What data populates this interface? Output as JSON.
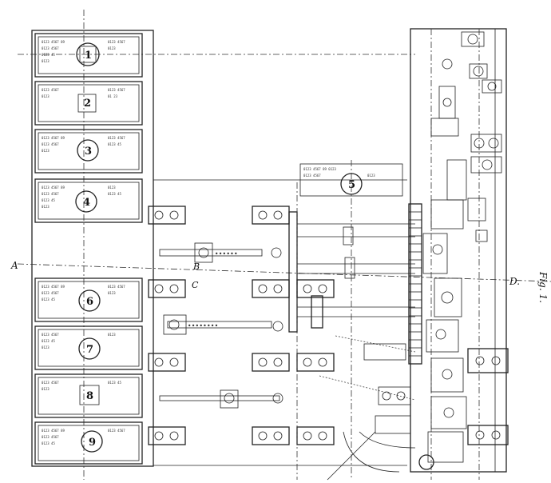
{
  "labels": {
    "section_a": "A",
    "section_b": "B",
    "section_c": "C",
    "section_d": "D.",
    "figure": "Fig. 1."
  },
  "counter_numbers": [
    "1",
    "2",
    "3",
    "4",
    "5",
    "6",
    "7",
    "8",
    "9"
  ]
}
